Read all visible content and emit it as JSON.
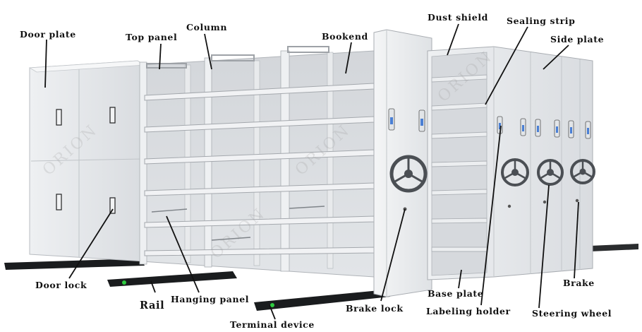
{
  "labels": {
    "door_plate": "Door plate",
    "top_panel": "Top panel",
    "column": "Column",
    "bookend": "Bookend",
    "dust_shield": "Dust shield",
    "sealing_strip": "Sealing strip",
    "side_plate": "Side plate",
    "door_lock": "Door lock",
    "hanging_panel": "Hanging panel",
    "rail": "Rail",
    "terminal_device": "Terminal device",
    "brake_lock": "Brake lock",
    "base_plate": "Base plate",
    "labeling_holder": "Labeling holder",
    "brake": "Brake",
    "steering_wheel": "Steering wheel"
  },
  "watermark": "ORION",
  "colors": {
    "cabinet_body": "#e6e8ea",
    "cabinet_shadow": "#c9ccd0",
    "shelf_interior": "#dcdfe2",
    "rail": "#1a1c1e",
    "rail_light": "#2ecc40",
    "label_window": "#4a7fd4",
    "leader_line": "#111111"
  }
}
